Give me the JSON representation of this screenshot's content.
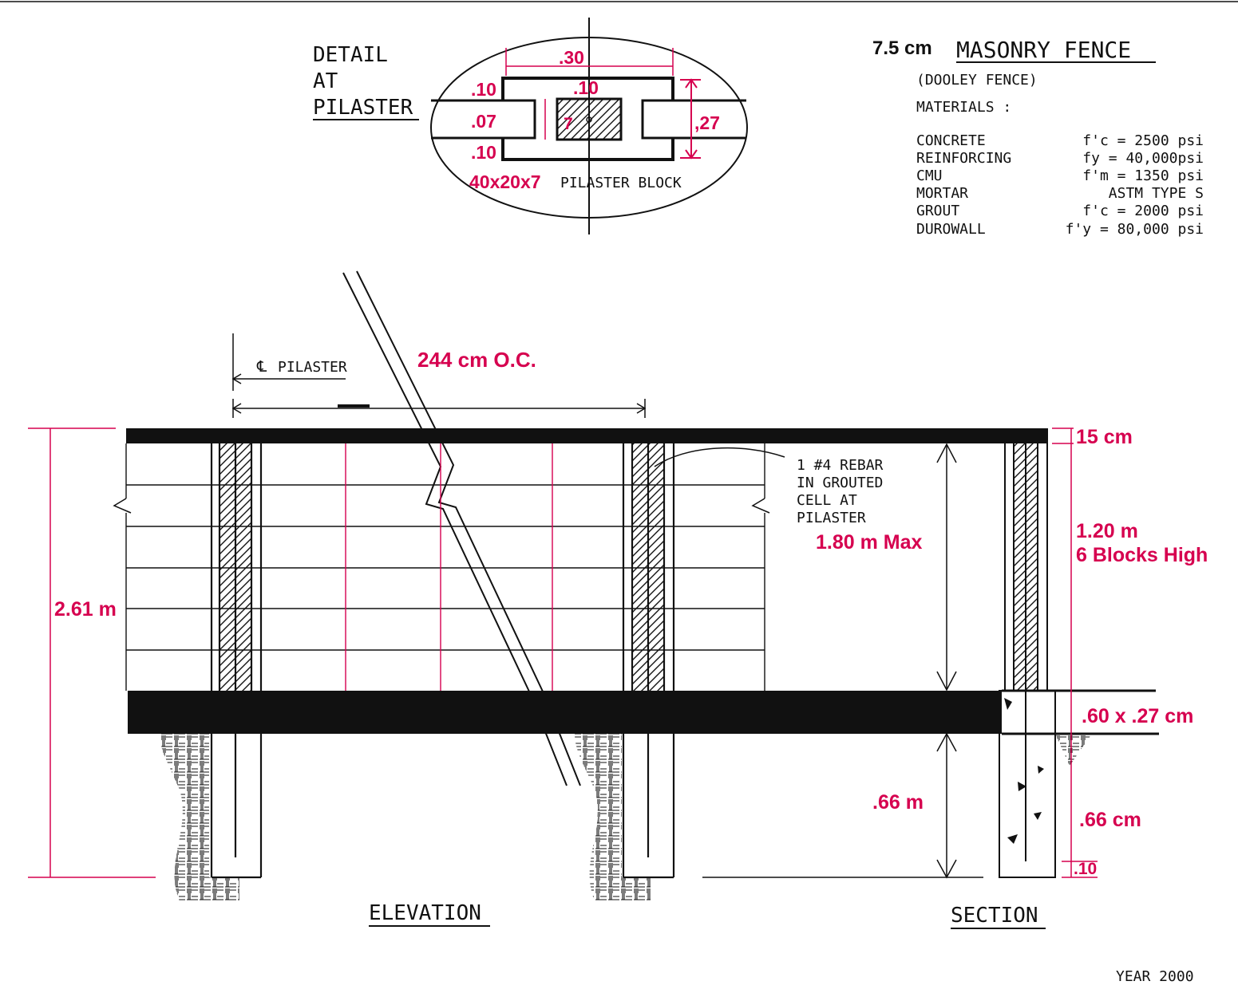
{
  "colors": {
    "ink": "#111111",
    "dimension": "#d6004f",
    "background": "#ffffff"
  },
  "title": {
    "size": "7.5 cm",
    "name": "MASONRY FENCE",
    "subtitle": "(DOOLEY FENCE)",
    "materials_heading": "MATERIALS :"
  },
  "materials": [
    {
      "name": "CONCRETE",
      "spec": "f'c = 2500 psi"
    },
    {
      "name": "REINFORCING",
      "spec": "fy = 40,000psi"
    },
    {
      "name": "CMU",
      "spec": "f'm = 1350 psi"
    },
    {
      "name": "MORTAR",
      "spec": "ASTM TYPE S"
    },
    {
      "name": "GROUT",
      "spec": "f'c = 2000 psi"
    },
    {
      "name": "DUROWALL",
      "spec": "f'y = 80,000 psi"
    }
  ],
  "detail": {
    "title_lines": [
      "DETAIL",
      "AT",
      "PILASTER"
    ],
    "dim_top": ".30",
    "dim_top_left": ".10",
    "dim_top_inner": ".10",
    "dim_mid_left": ".07",
    "dim_bottom_left": ".10",
    "dim_right": ",27",
    "dim_core": "7",
    "block_size": "40x20x7",
    "block_label": "PILASTER BLOCK"
  },
  "elevation": {
    "pilaster_label": "PILASTER",
    "spacing": "244 cm O.C.",
    "total_height": "2.61 m",
    "rebar_note": [
      "1  #4 REBAR",
      "IN GROUTED",
      "CELL AT",
      "PILASTER"
    ],
    "max_height": "1.80 m Max",
    "footing_depth": ".66 m",
    "label": "ELEVATION"
  },
  "section": {
    "cap": "15 cm",
    "wall_height": "1.20 m",
    "blocks_high": "6 Blocks High",
    "footing": ".60 x .27 cm",
    "depth": ".66 cm",
    "bottom": ".10",
    "label": "SECTION"
  },
  "year": "YEAR 2000"
}
